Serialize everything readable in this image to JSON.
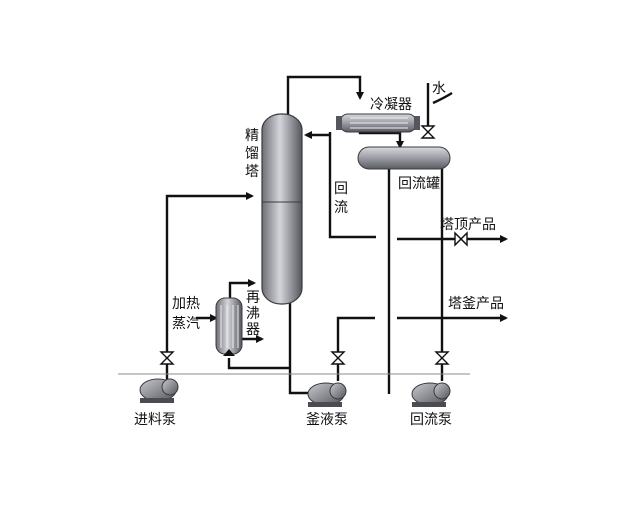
{
  "labels": {
    "column": [
      "精",
      "馏",
      "塔"
    ],
    "condenser": "冷凝器",
    "water": "水",
    "reflux_drum": "回流罐",
    "reflux": [
      "回",
      "流"
    ],
    "top_product": "塔顶产品",
    "bottom_product": "塔釜产品",
    "heating_steam": [
      "加热",
      "蒸汽"
    ],
    "reboiler": [
      "再",
      "沸",
      "器"
    ],
    "feed_pump": "进料泵",
    "kettle_pump": "釜液泵",
    "reflux_pump": "回流泵"
  }
}
